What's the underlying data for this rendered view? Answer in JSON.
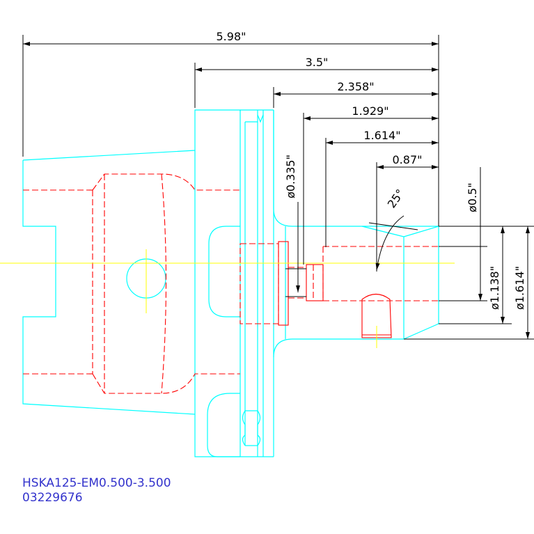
{
  "dimensions": {
    "overall_length": "5.98\"",
    "gauge_length": "3.5\"",
    "len_2358": "2.358\"",
    "len_1929": "1.929\"",
    "len_1614": "1.614\"",
    "len_087": "0.87\"",
    "dia_0335": "ø0.335\"",
    "dia_05": "ø0.5\"",
    "dia_1138": "ø1.138\"",
    "dia_1614": "ø1.614\"",
    "angle": "25°"
  },
  "title_block": {
    "part_number": "HSKA125-EM0.500-3.500",
    "serial": "03229676"
  },
  "colors": {
    "outline": "#00ffff",
    "hidden": "#ff0000",
    "centerline": "#ffff00",
    "dimension": "#000000",
    "title": "#3333cc"
  }
}
